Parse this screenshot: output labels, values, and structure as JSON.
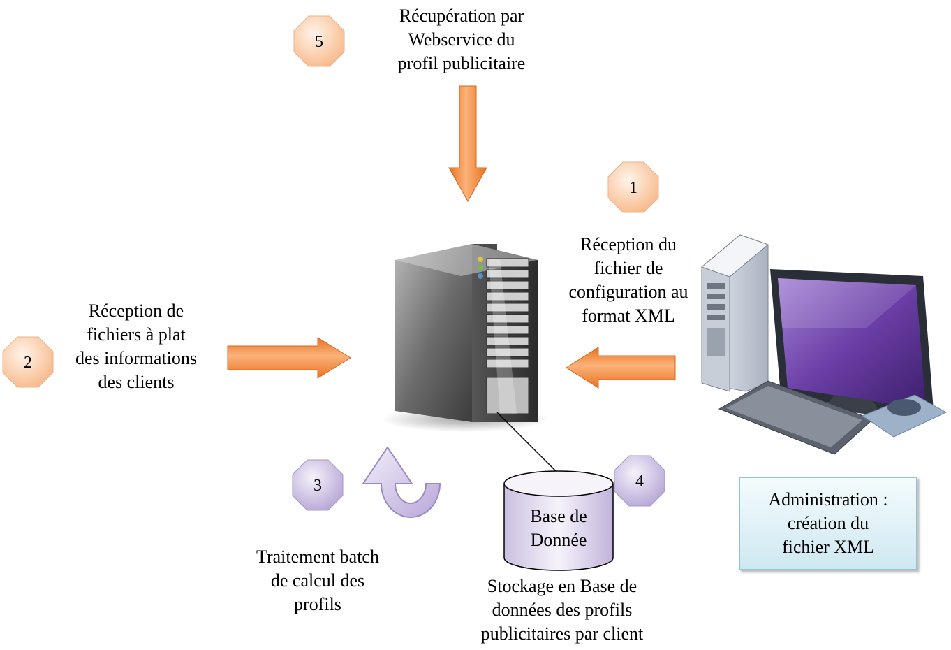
{
  "step_labels": {
    "step5": "Récupération par\nWebservice du\nprofil publicitaire",
    "step1": "Réception du\nfichier de\nconfiguration au\nformat XML",
    "step2": "Réception de\nfichiers à plat\ndes informations\ndes clients",
    "step3": "Traitement batch\nde calcul des\nprofils",
    "step4": "Stockage en Base de\ndonnées des profils\npublicitaires par client"
  },
  "badges": {
    "b5": "5",
    "b1": "1",
    "b2": "2",
    "b3": "3",
    "b4": "4"
  },
  "database_label": "Base  de\nDonnée",
  "admin_box_label": "Administration :\ncréation du\nfichier XML",
  "colors": {
    "orange_arrow": "#f5883c",
    "orange_badge": "#fbd3b0",
    "purple_badge": "#cfc3e2",
    "purple_accent": "#9c89c4",
    "admin_box": "#d6ecf3",
    "screen": "#7b4fb4"
  },
  "icons": [
    "server-icon",
    "workstation-icon",
    "database-icon",
    "cycle-arrow-icon"
  ]
}
